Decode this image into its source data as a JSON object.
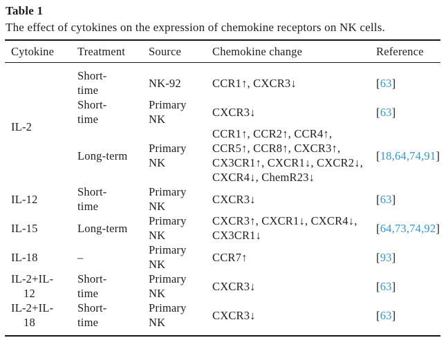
{
  "page": {
    "title": "Table 1",
    "caption": "The effect of cytokines on the expression of chemokine receptors on NK cells."
  },
  "colors": {
    "link_blue": "#2f97d4",
    "text": "#1d1d1d",
    "rule": "#151515"
  },
  "table": {
    "headers": [
      "Cytokine",
      "Treatment",
      "Source",
      "Chemokine change",
      "Reference"
    ],
    "rows": [
      {
        "cytokine": "IL-2",
        "cytokine_rowspan": 3,
        "treatment": "Short-\ntime",
        "source": "NK-92",
        "change": "CCR1↑, CXCR3↓",
        "refs": [
          "63"
        ]
      },
      {
        "treatment": "Short-\ntime",
        "source": "Primary\nNK",
        "change": "CXCR3↓",
        "refs": [
          "63"
        ]
      },
      {
        "treatment": "Long-term",
        "source": "Primary\nNK",
        "change": "CCR1↑, CCR2↑, CCR4↑,\nCCR5↑, CCR8↑, CXCR3↑,\nCX3CR1↑, CXCR1↓, CXCR2↓,\nCXCR4↓, ChemR23↓",
        "refs": [
          "18",
          "64",
          "74",
          "91"
        ]
      },
      {
        "cytokine": "IL-12",
        "treatment": "Short-\ntime",
        "source": "Primary\nNK",
        "change": "CXCR3↓",
        "refs": [
          "63"
        ]
      },
      {
        "cytokine": "IL-15",
        "treatment": "Long-term",
        "source": "Primary\nNK",
        "change": "CXCR3↑, CXCR1↓, CXCR4↓,\nCX3CR1↓",
        "refs": [
          "64",
          "73",
          "74",
          "92"
        ]
      },
      {
        "cytokine": "IL-18",
        "treatment": "–",
        "source": "Primary\nNK",
        "change": "CCR7↑",
        "refs": [
          "93"
        ]
      },
      {
        "cytokine": "IL-2+IL-\n12",
        "treatment": "Short-\ntime",
        "source": "Primary\nNK",
        "change": "CXCR3↓",
        "refs": [
          "63"
        ]
      },
      {
        "cytokine": "IL-2+IL-\n18",
        "treatment": "Short-\ntime",
        "source": "Primary\nNK",
        "change": "CXCR3↓",
        "refs": [
          "63"
        ]
      }
    ]
  }
}
